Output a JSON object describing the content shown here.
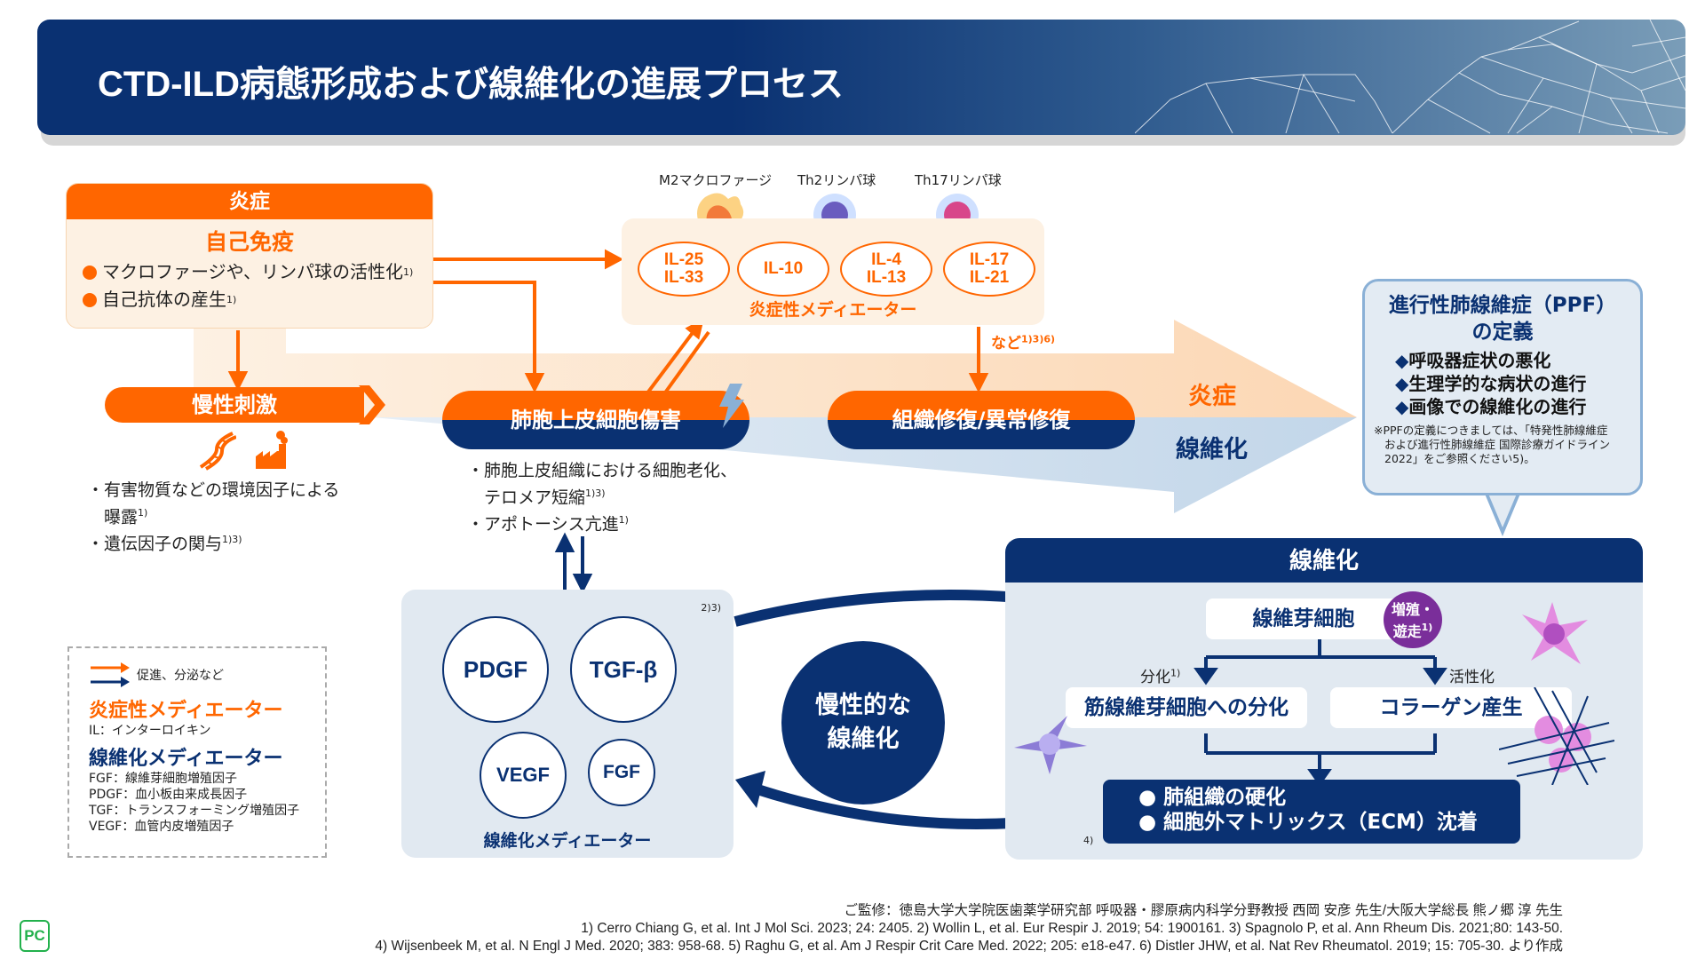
{
  "header": {
    "title": "CTD-ILD病態形成および線維化の進展プロセス"
  },
  "inflammation": {
    "heading": "炎症",
    "subheading": "自己免疫",
    "items": [
      {
        "text": "マクロファージや、リンパ球の活性化",
        "ref": "1)"
      },
      {
        "text": "自己抗体の産生",
        "ref": "1)"
      }
    ]
  },
  "cells": [
    {
      "label": "M2マクロファージ"
    },
    {
      "label": "Th2リンパ球"
    },
    {
      "label": "Th17リンパ球"
    }
  ],
  "inflammatory_mediators": {
    "ovals": [
      {
        "line1": "IL-25",
        "line2": "IL-33"
      },
      {
        "line1": "IL-10",
        "line2": ""
      },
      {
        "line1": "IL-4",
        "line2": "IL-13"
      },
      {
        "line1": "IL-17",
        "line2": "IL-21"
      }
    ],
    "label": "炎症性メディエーター",
    "etc": "など",
    "etc_ref": "1)3)6)"
  },
  "chronic_stimulus": {
    "label": "慢性刺激",
    "notes": [
      {
        "text": "・有害物質などの環境因子による",
        "ref": ""
      },
      {
        "text": "　曝露",
        "ref": "1)"
      },
      {
        "text": "・遺伝因子の関与",
        "ref": "1)3)"
      }
    ]
  },
  "epithelial_injury": {
    "label": "肺胞上皮細胞傷害",
    "notes": [
      {
        "text": "・肺胞上皮組織における細胞老化、",
        "ref": ""
      },
      {
        "text": "　テロメア短縮",
        "ref": "1)3)"
      },
      {
        "text": "・アポトーシス亢進",
        "ref": "1)"
      }
    ]
  },
  "tissue_repair": {
    "label": "組織修復/異常修復"
  },
  "flow": {
    "inflammation_label": "炎症",
    "fibrosis_label": "線維化"
  },
  "ppf": {
    "title_line1": "進行性肺線維症（PPF）",
    "title_line2": "の定義",
    "items": [
      "呼吸器症状の悪化",
      "生理学的な病状の進行",
      "画像での線維化の進行"
    ],
    "note_lines": [
      "※PPFの定義につきましては、「特発性肺線維症",
      "および進行性肺線維症 国際診療ガイドライン",
      "2022」をご参照ください5)。"
    ]
  },
  "fibrosis": {
    "heading": "線維化",
    "fibroblast": "線維芽細胞",
    "badge_line1": "増殖・",
    "badge_line2": "遊走",
    "badge_ref": "1)",
    "branch_left": "分化",
    "branch_left_ref": "1)",
    "branch_right": "活性化",
    "myofibroblast": "筋線維芽細胞への分化",
    "collagen": "コラーゲン産生",
    "results": [
      "肺組織の硬化",
      "細胞外マトリックス（ECM）沈着"
    ],
    "result_ref": "4)"
  },
  "growth_factors": {
    "ref": "2)3)",
    "circles": [
      "PDGF",
      "TGF-β",
      "VEGF",
      "FGF"
    ],
    "label": "線維化メディエーター"
  },
  "chronic_fibrosis": {
    "line1": "慢性的な",
    "line2": "線維化"
  },
  "legend": {
    "arrow_label": "促進、分泌など",
    "inflam_heading": "炎症性メディエーター",
    "inflam_abbr": "IL：インターロイキン",
    "fib_heading": "線維化メディエーター",
    "fib_abbrs": [
      "FGF：線維芽細胞増殖因子",
      "PDGF：血小板由来成長因子",
      "TGF：トランスフォーミング増殖因子",
      "VEGF：血管内皮増殖因子"
    ]
  },
  "footer": {
    "supervision": "ご監修：徳島大学大学院医歯薬学研究部 呼吸器・膠原病内科学分野教授 西岡 安彦 先生/大阪大学総長 熊ノ郷 淳 先生",
    "refs_line1": "1) Cerro Chiang G, et al. Int J Mol Sci. 2023; 24: 2405.  2) Wollin L, et al. Eur Respir J. 2019; 54: 1900161. 3) Spagnolo P, et al. Ann Rheum Dis. 2021;80: 143-50.",
    "refs_line2": "4) Wijsenbeek M, et al. N Engl J Med. 2020; 383: 958-68. 5) Raghu G, et al. Am J Respir Crit Care Med. 2022; 205: e18-e47. 6) Distler JHW, et al. Nat Rev Rheumatol. 2019; 15: 705-30. より作成",
    "logo": "PC"
  },
  "colors": {
    "orange": "#ff6600",
    "navy": "#0a3172",
    "light_orange": "#fdf1e3",
    "light_blue": "#e1e9f1",
    "purple": "#7a2e9a"
  }
}
